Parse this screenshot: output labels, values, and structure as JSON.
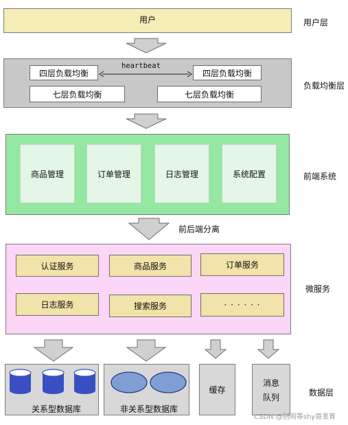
{
  "layers": {
    "user": {
      "label": "用户层",
      "box": "用户"
    },
    "load_balance": {
      "label": "负载均衡层",
      "l4_left": "四层负载均衡",
      "l4_right": "四层负载均衡",
      "heartbeat": "heartbeat",
      "l7_left": "七层负载均衡",
      "l7_right": "七层负载均衡"
    },
    "frontend": {
      "label": "前端系统",
      "boxes": [
        "商品管理",
        "订单管理",
        "日志管理",
        "系统配置"
      ]
    },
    "separation": "前后端分离",
    "microservice": {
      "label": "微服务",
      "boxes": [
        "认证服务",
        "商品服务",
        "订单服务",
        "日志服务",
        "搜索服务",
        "· · · · · ·"
      ]
    },
    "data": {
      "label": "数据层",
      "relational": "关系型数据库",
      "nonrelational": "非关系型数据库",
      "cache": "缓存",
      "mq_line1": "消息",
      "mq_line2": "队列"
    }
  },
  "watermark": "CSDN @别闹等shy哥发育",
  "colors": {
    "user_fill": "#f4edb5",
    "lb_fill": "#c8c8c8",
    "frontend_fill": "#95e8a2",
    "micro_fill": "#fbd6f6",
    "service_fill": "#f1e3a9",
    "db_fill": "#3a4fc4",
    "nosql_fill": "#7f9fd4",
    "arrow_fill": "#d0d0d0"
  }
}
